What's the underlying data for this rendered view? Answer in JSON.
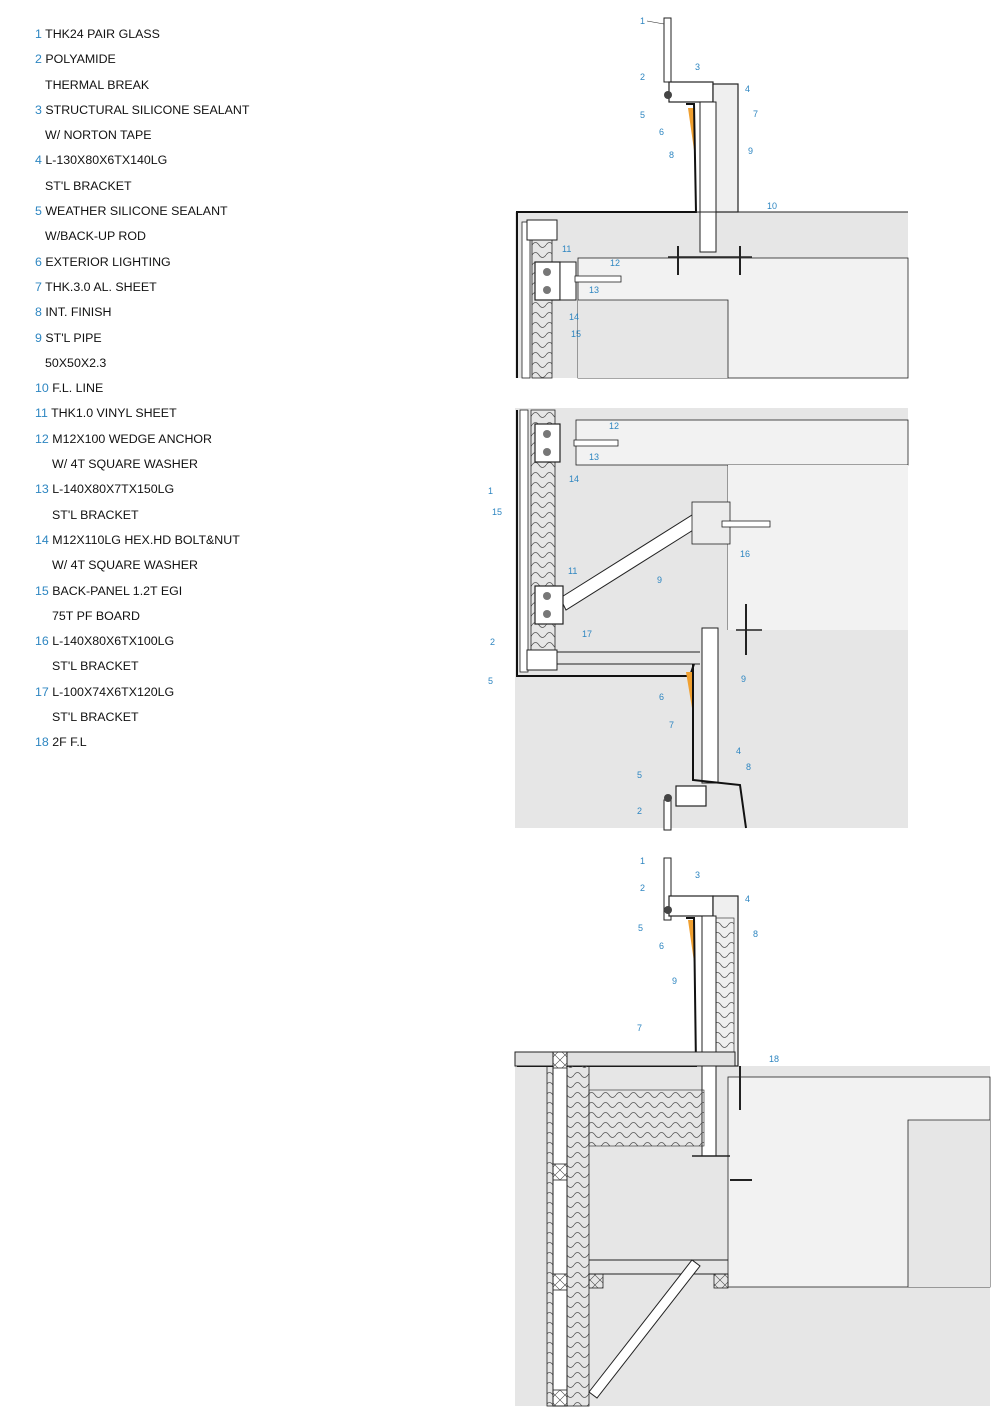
{
  "colors": {
    "callout_blue": "#2e86c1",
    "concrete": "#e6e6e6",
    "light_concrete": "#f2f2f2",
    "lighting": "#f0a030",
    "line": "#1a1a1a"
  },
  "legend": [
    {
      "num": "1",
      "lines": [
        "THK24 PAIR GLASS"
      ]
    },
    {
      "num": "2",
      "lines": [
        "POLYAMIDE",
        "THERMAL BREAK"
      ]
    },
    {
      "num": "3",
      "lines": [
        "STRUCTURAL SILICONE SEALANT",
        "W/ NORTON TAPE"
      ]
    },
    {
      "num": "4",
      "lines": [
        "L-130X80X6TX140LG",
        "ST'L BRACKET"
      ]
    },
    {
      "num": "5",
      "lines": [
        "WEATHER SILICONE SEALANT",
        "W/BACK-UP ROD"
      ]
    },
    {
      "num": "6",
      "lines": [
        "EXTERIOR LIGHTING"
      ]
    },
    {
      "num": "7",
      "lines": [
        "THK.3.0 AL. SHEET"
      ]
    },
    {
      "num": "8",
      "lines": [
        "INT. FINISH"
      ]
    },
    {
      "num": "9",
      "lines": [
        "ST'L PIPE",
        "50X50X2.3"
      ]
    },
    {
      "num": "10",
      "lines": [
        "F.L. LINE"
      ]
    },
    {
      "num": "11",
      "lines": [
        "THK1.0 VINYL SHEET"
      ]
    },
    {
      "num": "12",
      "lines": [
        "M12X100 WEDGE ANCHOR",
        "W/ 4T SQUARE WASHER"
      ]
    },
    {
      "num": "13",
      "lines": [
        "L-140X80X7TX150LG",
        "ST'L BRACKET"
      ]
    },
    {
      "num": "14",
      "lines": [
        "M12X110LG HEX.HD BOLT&NUT",
        "W/ 4T SQUARE WASHER"
      ]
    },
    {
      "num": "15",
      "lines": [
        "BACK-PANEL 1.2T EGI",
        "75T PF BOARD"
      ]
    },
    {
      "num": "16",
      "lines": [
        "L-140X80X6TX100LG",
        "ST'L BRACKET"
      ]
    },
    {
      "num": "17",
      "lines": [
        "L-100X74X6TX120LG",
        "ST'L BRACKET"
      ]
    },
    {
      "num": "18",
      "lines": [
        "2F F.L"
      ]
    }
  ],
  "callouts": {
    "detail1": [
      "1",
      "2",
      "3",
      "4",
      "5",
      "6",
      "7",
      "8",
      "9",
      "10",
      "11",
      "12",
      "13",
      "14",
      "15"
    ],
    "detail2": [
      "12",
      "13",
      "14",
      "1",
      "15",
      "16",
      "9",
      "11",
      "17",
      "2",
      "5",
      "6",
      "9",
      "7",
      "4",
      "8",
      "5",
      "2"
    ],
    "detail3": [
      "1",
      "3",
      "2",
      "4",
      "5",
      "6",
      "8",
      "9",
      "7",
      "18"
    ]
  }
}
